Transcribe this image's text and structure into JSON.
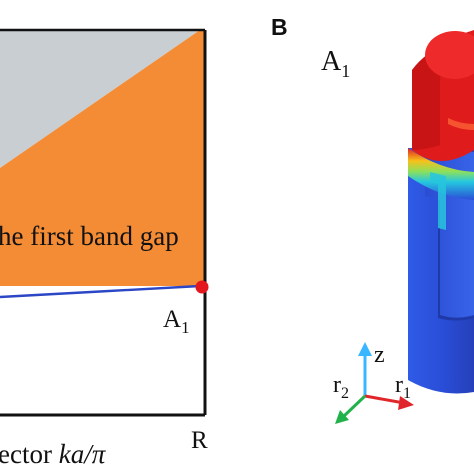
{
  "panel_a": {
    "gap_label": "he first band gap",
    "point_label": "A",
    "point_label_sub": "1",
    "xaxis_label_prefix": "ector ",
    "xaxis_label_var": "ka/π",
    "xtick_right": "R",
    "colors": {
      "grey_region": "#c9ced2",
      "band_gap": "#f48c35",
      "band_curve": "#2b47c6",
      "point_marker": "#e3171d",
      "frame": "#111111"
    }
  },
  "panel_b": {
    "letter": "B",
    "mode_label": "A",
    "mode_label_sub": "1",
    "axis_z": "z",
    "axis_r1": "r",
    "axis_r1_sub": "1",
    "axis_r2": "r",
    "axis_r2_sub": "2",
    "colors": {
      "top_ring": "#e01b1b",
      "body": "#2a4dd6",
      "axis_z": "#38b6ff",
      "axis_r1": "#e0262b",
      "axis_r2": "#21b24b"
    }
  }
}
